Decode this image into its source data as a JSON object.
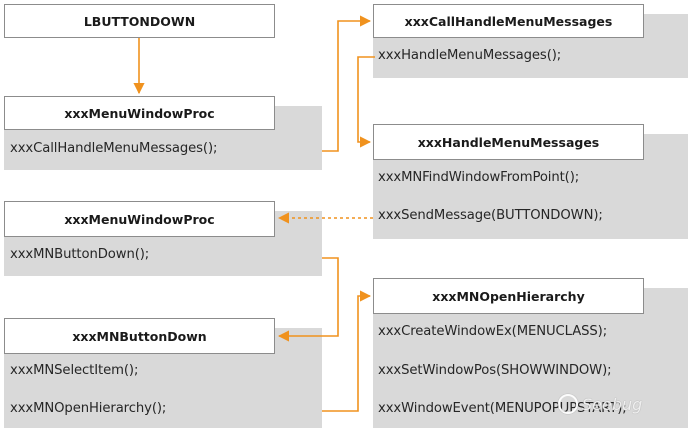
{
  "colors": {
    "arrow": "#f0921e",
    "panel": "#d9d9d9",
    "border": "#8c8c8c"
  },
  "boxes": {
    "lbuttondown": {
      "title": "LBUTTONDOWN"
    },
    "menu_window_proc_1": {
      "title": "xxxMenuWindowProc",
      "lines": [
        "xxxCallHandleMenuMessages();"
      ]
    },
    "call_handle_menu_messages": {
      "title": "xxxCallHandleMenuMessages",
      "lines": [
        "xxxHandleMenuMessages();"
      ]
    },
    "handle_menu_messages": {
      "title": "xxxHandleMenuMessages",
      "lines": [
        "xxxMNFindWindowFromPoint();",
        "xxxSendMessage(BUTTONDOWN);"
      ]
    },
    "menu_window_proc_2": {
      "title": "xxxMenuWindowProc",
      "lines": [
        "xxxMNButtonDown();"
      ]
    },
    "mn_button_down": {
      "title": "xxxMNButtonDown",
      "lines": [
        "xxxMNSelectItem();",
        "xxxMNOpenHierarchy();"
      ]
    },
    "mn_open_hierarchy": {
      "title": "xxxMNOpenHierarchy",
      "lines": [
        "xxxCreateWindowEx(MENUCLASS);",
        "xxxSetWindowPos(SHOWWINDOW);",
        "xxxWindowEvent(MENUPOPUPSTART);"
      ]
    }
  },
  "watermark": {
    "text": "Seebug",
    "icon": "seebug-logo-icon"
  }
}
